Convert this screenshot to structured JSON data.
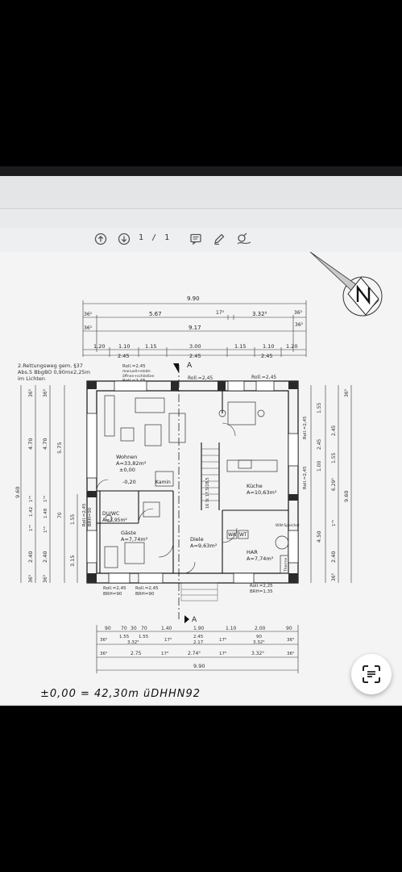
{
  "viewer": {
    "page_current": "1",
    "page_total": "1",
    "page_sep": "/",
    "icons": [
      "arrow-up-circle-icon",
      "arrow-down-circle-icon",
      "comment-icon",
      "pen-icon",
      "signature-icon",
      "text-scan-icon"
    ]
  },
  "plan": {
    "dims_top": {
      "overall": "9.90",
      "row2": [
        "36⁵",
        "5.67",
        "17⁵",
        "3.32⁵",
        "36⁵"
      ],
      "row3_overall": "9.17",
      "row3_end": "36⁵",
      "row3_start": "36⁵",
      "row4": [
        "1.20",
        "1.10",
        "1.15",
        "3.00",
        "1.15",
        "1.10",
        "1.20"
      ],
      "row5": [
        "2.45",
        "2.45",
        "2.45"
      ]
    },
    "notes": {
      "escape_1": "2.Rettungsweg  gem. §37",
      "escape_2": "Abs.5  BbgBO  0,90mx2,25m",
      "escape_3": "im  Lichten",
      "roll_1": "Roll.=2,45",
      "roll_1b": "manuell+elektr.",
      "roll_1c": "öffnen+schließen",
      "roll_2": "Roll.=2,45",
      "roll_top_mid": "Roll.=2,45",
      "roll_top_right": "Roll.=2,45"
    },
    "section_marker": "A",
    "rooms": {
      "wohnen_name": "Wohnen",
      "wohnen_area": "A=33,82m²",
      "wohnen_level": "±0,00",
      "wohnen_step": "-0,20",
      "kamin": "Kamin",
      "kueche_name": "Küche",
      "kueche_area": "A=10,63m²",
      "duwc_name": "DU/WC",
      "duwc_area": "A=3,95m²",
      "gaeste_name": "Gäste",
      "gaeste_area": "A=7,74m²",
      "diele_name": "Diele",
      "diele_area": "A=9,63m²",
      "har_name": "HAR",
      "har_area": "A=7,74m²",
      "wa": "WA",
      "wt": "WT",
      "ww": "WW-Speicher",
      "therme": "Therme",
      "stair": "16 St 17,5/28,5"
    },
    "left_dims": {
      "a": "36⁵",
      "b": "4.70",
      "c": "9.60",
      "d": "1⁷⁵",
      "e": "1.42",
      "f": "1⁷⁵",
      "g": "2.40",
      "h": "36⁵",
      "i": "36⁵",
      "j": "4.70",
      "k": "1⁷⁵",
      "l": "1.48",
      "m": "1¹⁵",
      "n": "2.40",
      "o": "36⁵",
      "p": "5.75",
      "q": "70",
      "r": "1.55",
      "s": "3.15",
      "roll_left": "Roll.=2,45",
      "brh_left": "BRH=90"
    },
    "right_dims": {
      "a": "1.55",
      "b": "36⁵",
      "c": "2.45",
      "d": "1.00",
      "e": "2.45",
      "f": "1.55",
      "g": "6.29⁵",
      "h": "9.60",
      "i": "4.50",
      "j": "1⁷⁵",
      "k": "2.40",
      "l": "36⁵",
      "roll_r1": "Roll.=2,45",
      "roll_r2": "Roll.=2,45"
    },
    "bottom_notes": {
      "b1": "Roll.=2,45",
      "b1b": "BRH=90",
      "b2": "Roll.=2,45",
      "b2b": "BRH=90",
      "b3": "Roll.=2,25",
      "b3b": "BRH=1,35"
    },
    "dims_bottom": {
      "row1": [
        "90",
        "70",
        "30",
        "70",
        "1.40",
        "1.90",
        "1.10",
        "2.00",
        "90"
      ],
      "row2": [
        "36⁵",
        "1.55",
        "1.55",
        "17⁵",
        "2.45",
        "17⁵",
        "90",
        "36⁵"
      ],
      "row2b": [
        "3.32⁵",
        "2.17",
        "3.32⁵"
      ],
      "row3": [
        "36⁵",
        "2.75",
        "17⁵",
        "2.74⁵",
        "17⁵",
        "3.32⁵",
        "36⁵"
      ],
      "overall": "9.90"
    },
    "elevation_note": "±0,00  =  42,30m  üDHHN92"
  }
}
